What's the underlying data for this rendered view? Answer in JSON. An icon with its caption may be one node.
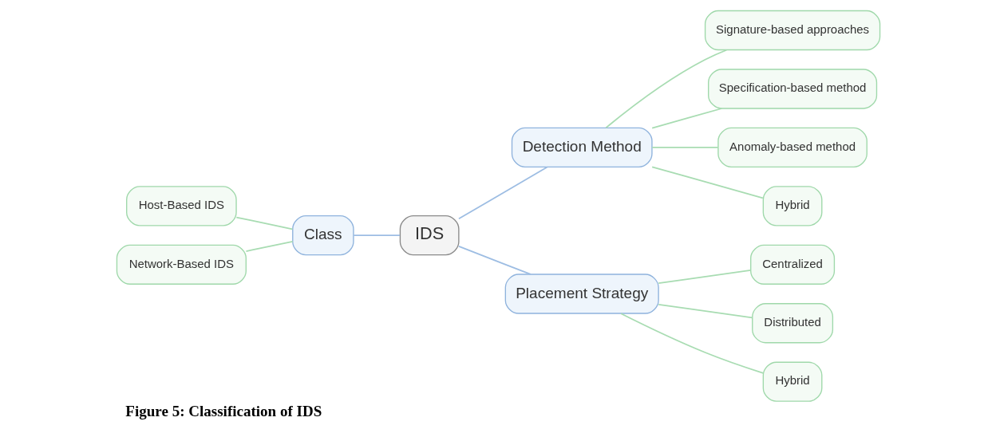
{
  "diagram": {
    "caption": "Figure 5: Classification of IDS",
    "nodes": [
      {
        "text": [
          "Host-Based IDS"
        ]
      },
      {
        "text": [
          "Network-Based IDS"
        ]
      },
      {
        "text": [
          "Class"
        ]
      },
      {
        "text": [
          "IDS"
        ]
      },
      {
        "text": [
          "Detection Method"
        ]
      },
      {
        "text": [
          "Signature-based approaches"
        ]
      },
      {
        "text": [
          "Specification-based method"
        ]
      },
      {
        "text": [
          "Anomaly-based method"
        ]
      },
      {
        "text": [
          "Hybrid"
        ]
      },
      {
        "text": [
          "Placement Strategy"
        ]
      },
      {
        "text": [
          "Centralized"
        ]
      },
      {
        "text": [
          "Distributed"
        ]
      },
      {
        "text": [
          "Hybrid"
        ]
      }
    ],
    "edges": [
      {
        "from": 0,
        "to": 2,
        "arrow": "none"
      },
      {
        "from": 1,
        "to": 2,
        "arrow": "none"
      },
      {
        "from": 2,
        "to": 3,
        "arrow": "none",
        "color": "#9dbde3"
      },
      {
        "from": 3,
        "to": 4,
        "arrow": "none",
        "color": "#9dbde3"
      },
      {
        "from": 3,
        "to": 9,
        "arrow": "none",
        "color": "#9dbde3"
      },
      {
        "from": 4,
        "to": 5,
        "arrow": "none"
      },
      {
        "from": 4,
        "to": 6,
        "arrow": "none"
      },
      {
        "from": 4,
        "to": 7,
        "arrow": "none"
      },
      {
        "from": 4,
        "to": 8,
        "arrow": "none"
      },
      {
        "from": 9,
        "to": 10,
        "arrow": "none"
      },
      {
        "from": 9,
        "to": 11,
        "arrow": "none"
      },
      {
        "from": 9,
        "to": 12,
        "arrow": "none"
      }
    ]
  }
}
